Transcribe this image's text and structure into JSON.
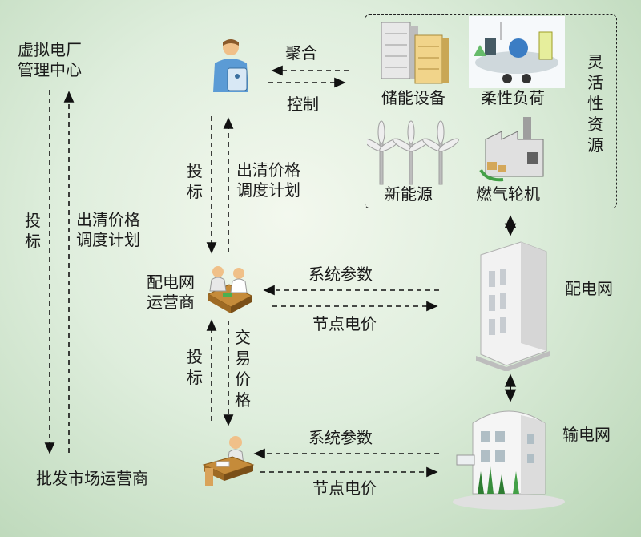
{
  "vpp_center": "虚拟电厂\n管理中心",
  "wholesale_operator": "批发市场运营商",
  "dist_operator": "配电网\n运营商",
  "dist_grid": "配电网",
  "trans_grid": "输电网",
  "flexible_resources": "灵活性资源",
  "resources": {
    "storage": "储能设备",
    "flexible_load": "柔性负荷",
    "renewables": "新能源",
    "gas_turbine": "燃气轮机"
  },
  "arrows": {
    "aggregate": "聚合",
    "control": "控制",
    "bid_left": "投标",
    "clear_left": "出清价格\n调度计划",
    "bid_mid": "投标",
    "clear_mid": "出清价格\n调度计划",
    "bid_low": "投标",
    "trade_price": "交易价格",
    "sys_params_1": "系统参数",
    "node_price_1": "节点电价",
    "sys_params_2": "系统参数",
    "node_price_2": "节点电价"
  }
}
